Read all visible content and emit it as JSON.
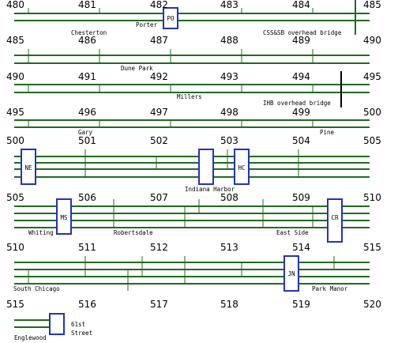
{
  "colors": {
    "track": "#1f6b1f",
    "station_box": "#2233bb",
    "bridge": "#000000",
    "text": "#000000",
    "background": "#ffffff"
  },
  "rows": [
    {
      "mileposts": [
        "480",
        "481",
        "482",
        "483",
        "484",
        "485"
      ],
      "labels": {
        "chesterton": "Chesterton",
        "porter": "Porter",
        "css_bridge": "CSS&SB overhead bridge"
      },
      "boxes": {
        "po": "PO"
      }
    },
    {
      "mileposts": [
        "485",
        "486",
        "487",
        "488",
        "489",
        "490"
      ],
      "labels": {
        "dune_park": "Dune Park"
      }
    },
    {
      "mileposts": [
        "490",
        "491",
        "492",
        "493",
        "494",
        "495"
      ],
      "labels": {
        "millers": "Millers",
        "ihb_bridge": "IHB overhead bridge"
      }
    },
    {
      "mileposts": [
        "495",
        "496",
        "497",
        "498",
        "499",
        "500"
      ],
      "labels": {
        "gary": "Gary",
        "pine": "Pine"
      }
    },
    {
      "mileposts": [
        "500",
        "501",
        "502",
        "503",
        "504",
        "505"
      ],
      "labels": {
        "indiana_harbor": "Indiana Harbor"
      },
      "boxes": {
        "ne": "NE",
        "hc": "HC"
      }
    },
    {
      "mileposts": [
        "505",
        "506",
        "507",
        "508",
        "509",
        "510"
      ],
      "labels": {
        "whiting": "Whiting",
        "robertsdale": "Robertsdale",
        "east_side": "East Side"
      },
      "boxes": {
        "ms": "MS",
        "cr": "CR"
      }
    },
    {
      "mileposts": [
        "510",
        "511",
        "512",
        "513",
        "514",
        "515"
      ],
      "labels": {
        "south_chicago": "South Chicago",
        "park_manor": "Park Manor"
      },
      "boxes": {
        "jn": "JN"
      }
    },
    {
      "mileposts": [
        "515",
        "516",
        "517",
        "518",
        "519",
        "520"
      ],
      "labels": {
        "englewood": "Englewood",
        "street_61st_line1": "61st",
        "street_61st_line2": "Street"
      }
    }
  ]
}
